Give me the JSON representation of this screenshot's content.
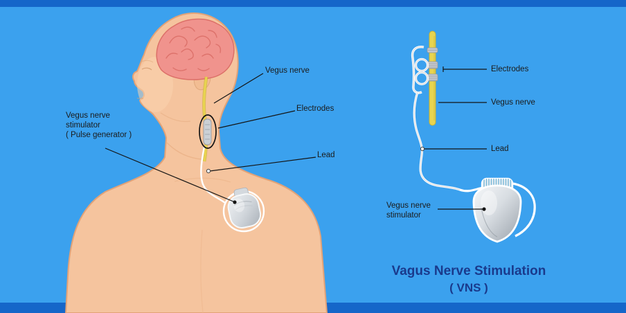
{
  "colors": {
    "background": "#3BA1EE",
    "edge_bar": "#1566C9",
    "skin": "#F5C49E",
    "brain": "#F0938D",
    "nerve_yellow": "#E8D44F",
    "lead_white": "#FFFFFF",
    "device_silver": "#D3D8DD",
    "label_text": "#1B1B1B",
    "title_text": "#1A3A8C"
  },
  "left_diagram": {
    "description": "human-figure-with-implanted-vns-system",
    "labels": {
      "vagus_nerve": "Vegus nerve",
      "electrodes": "Electrodes",
      "lead": "Lead",
      "stimulator": [
        "Vegus nerve",
        "stimulator",
        "( Pulse generator )"
      ]
    }
  },
  "right_diagram": {
    "description": "vns-device-detail-view",
    "labels": {
      "electrodes": "Electrodes",
      "vagus_nerve": "Vegus nerve",
      "lead": "Lead",
      "stimulator": [
        "Vegus nerve",
        "stimulator"
      ]
    },
    "title": [
      "Vagus Nerve Stimulation",
      "( VNS )"
    ]
  }
}
